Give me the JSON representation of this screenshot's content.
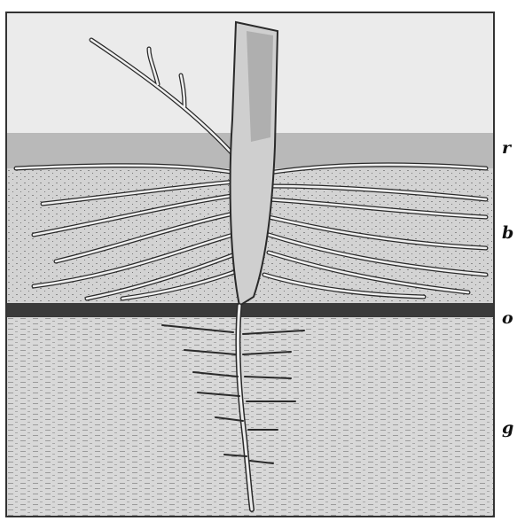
{
  "figure": {
    "layer_labels": [
      "r",
      "b",
      "o",
      "g"
    ],
    "colors": {
      "sky": "#ebebeb",
      "topsoil": "#c9c9c9",
      "upper_soil": "#d4d4d4",
      "hardpan": "#3a3a3a",
      "subsoil": "#d6d6d6",
      "root": "#f0f0f0",
      "root_outline": "#2a2a2a"
    }
  }
}
